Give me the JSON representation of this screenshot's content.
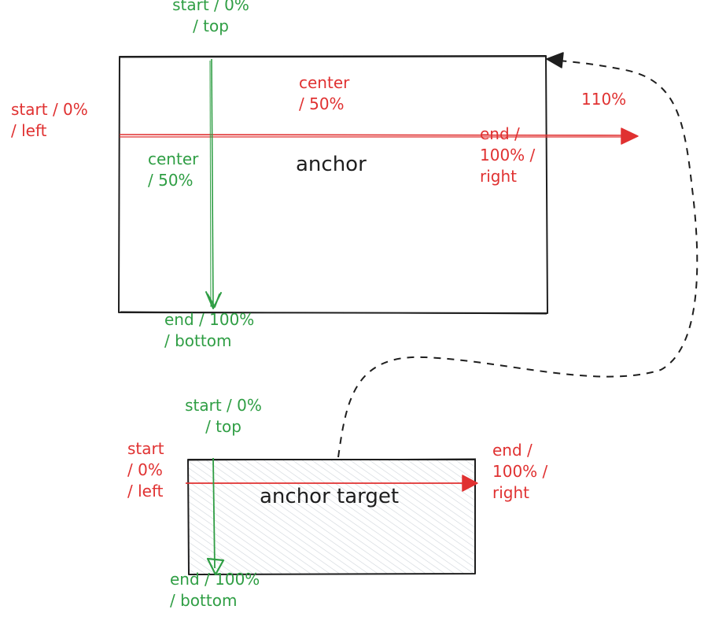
{
  "colors": {
    "green": "#2f9e44",
    "red": "#e03131",
    "ink": "#1e1e1e",
    "hatch": "#ced4da"
  },
  "anchor": {
    "label": "anchor",
    "x_axis": {
      "start": "start / 0%\n/ left",
      "center": "center\n/ 50%",
      "end": "end /\n100% /\nright",
      "overflow": "110%"
    },
    "y_axis": {
      "start": "start / 0%\n/ top",
      "center": "center\n/ 50%",
      "end": "end / 100%\n/ bottom"
    }
  },
  "anchor_target": {
    "label": "anchor target",
    "x_axis": {
      "start": "start\n/ 0%\n/ left",
      "end": "end /\n100% /\nright"
    },
    "y_axis": {
      "start": "start / 0%\n/ top",
      "end": "end / 100%\n/ bottom"
    }
  }
}
